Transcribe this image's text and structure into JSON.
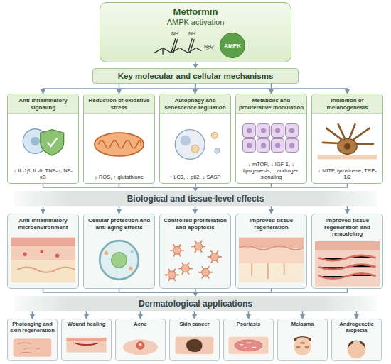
{
  "diagram": {
    "nodes": [
      {
        "text": [
          "Metformin",
          "AMPK activation"
        ]
      },
      {
        "text": [
          "AMPK"
        ],
        "in": 0
      },
      {
        "text": [
          "Key molecular and cellular mechanisms"
        ]
      },
      {
        "text": [
          "Anti-inflammatory signaling",
          "↓ IL-1β, IL-6, TNF-α, NF-κB"
        ]
      },
      {
        "text": [
          "Reduction of oxidative stress",
          "↓ ROS, ↑ glutathione"
        ]
      },
      {
        "text": [
          "Autophagy and senescence regulation",
          "↑ LC3, ↓ p62, ↓ SASP"
        ]
      },
      {
        "text": [
          "Metabolic and proliferative modulation",
          "↓ mTOR, ↓ IGF-1, ↓ lipogenesis, ↓ androgen signaling"
        ]
      },
      {
        "text": [
          "Inhibition of melanogenesis",
          "↓ MITF, tyrosinase, TRP-1/2"
        ]
      },
      {
        "text": [
          "Biological and tissue-level effects"
        ]
      },
      {
        "text": [
          "Anti-inflammatory microenvironment"
        ]
      },
      {
        "text": [
          "Cellular protection and anti-aging effects"
        ]
      },
      {
        "text": [
          "Controlled proliferation and apoptosis"
        ]
      },
      {
        "text": [
          "Improved tissue regeneration"
        ]
      },
      {
        "text": [
          "Improved tissue regeneration and remodeling"
        ]
      },
      {
        "text": [
          "Dermatological applications"
        ]
      },
      {
        "text": [
          "Photoaging and skin regeneration"
        ]
      },
      {
        "text": [
          "Wound healing"
        ]
      },
      {
        "text": [
          "Acne"
        ]
      },
      {
        "text": [
          "Skin cancer"
        ]
      },
      {
        "text": [
          "Psoriasis"
        ]
      },
      {
        "text": [
          "Melasma"
        ]
      },
      {
        "text": [
          "Androgenetic alopecia"
        ]
      }
    ],
    "edges": [
      {
        "from": 0,
        "to": 2,
        "arrow": "to"
      },
      {
        "from": 2,
        "to": 3,
        "arrow": "to"
      },
      {
        "from": 2,
        "to": 4,
        "arrow": "to"
      },
      {
        "from": 2,
        "to": 5,
        "arrow": "to"
      },
      {
        "from": 2,
        "to": 6,
        "arrow": "to"
      },
      {
        "from": 2,
        "to": 7,
        "arrow": "to"
      },
      {
        "from": 3,
        "to": 8,
        "arrow": "to"
      },
      {
        "from": 4,
        "to": 8,
        "arrow": "to"
      },
      {
        "from": 5,
        "to": 8,
        "arrow": "to"
      },
      {
        "from": 6,
        "to": 8,
        "arrow": "to"
      },
      {
        "from": 7,
        "to": 8,
        "arrow": "to"
      },
      {
        "from": 8,
        "to": 9,
        "arrow": "to"
      },
      {
        "from": 8,
        "to": 10,
        "arrow": "to"
      },
      {
        "from": 8,
        "to": 11,
        "arrow": "to"
      },
      {
        "from": 8,
        "to": 12,
        "arrow": "to"
      },
      {
        "from": 8,
        "to": 13,
        "arrow": "to"
      },
      {
        "from": 9,
        "to": 14,
        "arrow": "to"
      },
      {
        "from": 10,
        "to": 14,
        "arrow": "to"
      },
      {
        "from": 11,
        "to": 14,
        "arrow": "to"
      },
      {
        "from": 12,
        "to": 14,
        "arrow": "to"
      },
      {
        "from": 13,
        "to": 14,
        "arrow": "to"
      },
      {
        "from": 14,
        "to": 15,
        "arrow": "to"
      },
      {
        "from": 14,
        "to": 16,
        "arrow": "to"
      },
      {
        "from": 14,
        "to": 17,
        "arrow": "to"
      },
      {
        "from": 14,
        "to": 18,
        "arrow": "to"
      },
      {
        "from": 14,
        "to": 19,
        "arrow": "to"
      },
      {
        "from": 14,
        "to": 20,
        "arrow": "to"
      },
      {
        "from": 14,
        "to": 21,
        "arrow": "to"
      }
    ],
    "labels": [
      "NH",
      "NH",
      "NH₂"
    ]
  }
}
